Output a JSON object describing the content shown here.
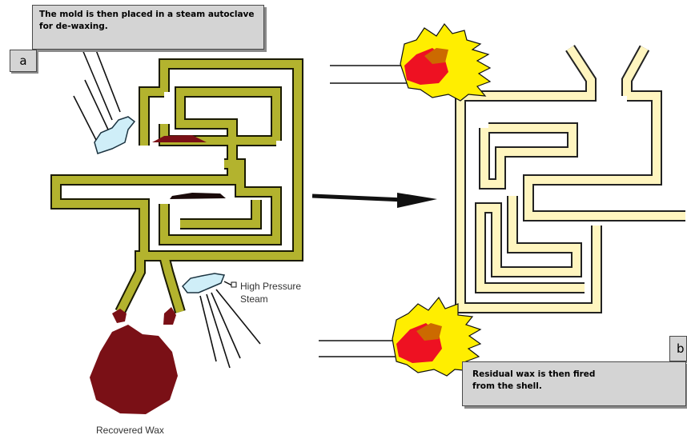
{
  "panel_a": {
    "caption": "The mold is then placed in a steam autoclave for de-waxing.",
    "label": "a",
    "steam_label_line1": "High Pressure",
    "steam_label_line2": "Steam",
    "wax_label": "Recovered Wax"
  },
  "panel_b": {
    "caption_line1": "Residual wax is then fired",
    "caption_line2": "from the shell.",
    "label": "b"
  },
  "colors": {
    "mold_shell_a": "#b3b32e",
    "mold_fill_a": "#ffffff",
    "mold_shell_b": "#fff5bf",
    "wax": "#7a1016",
    "steam": "#cfeef8",
    "flame_yellow": "#ffee00",
    "flame_red": "#ee1122",
    "callout_bg": "#d4d4d4"
  }
}
